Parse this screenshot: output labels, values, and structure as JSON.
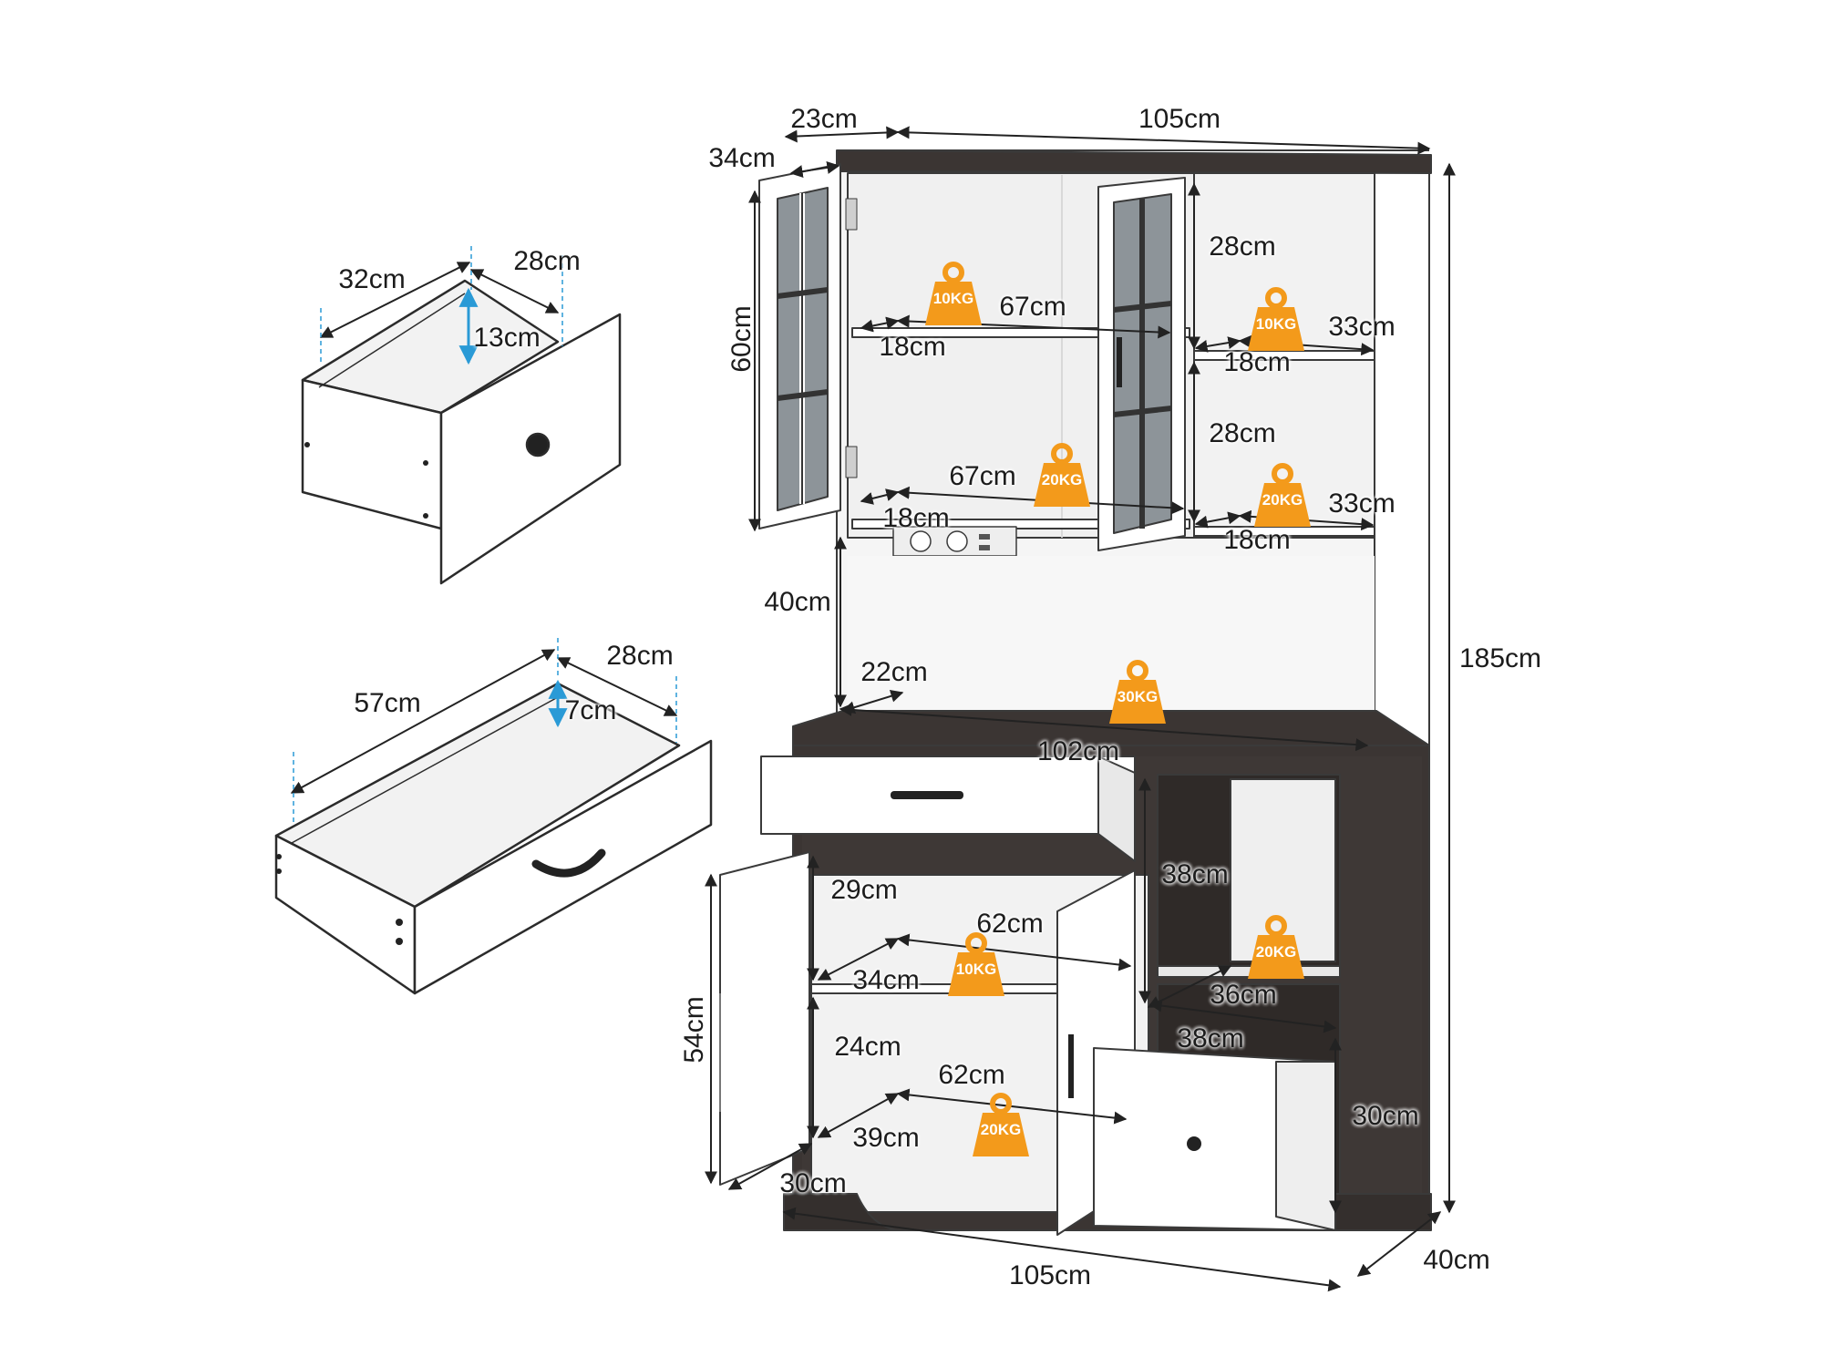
{
  "drawer_small": {
    "width": "32cm",
    "depth": "28cm",
    "height": "13cm"
  },
  "drawer_large": {
    "width": "57cm",
    "depth": "28cm",
    "height": "7cm"
  },
  "hutch": {
    "door_depth": "23cm",
    "top_width": "105cm",
    "top_depth": "34cm",
    "upper_height": "60cm",
    "left_shelf_top": {
      "width": "67cm",
      "depth": "18cm",
      "load": "10KG"
    },
    "left_shelf_bottom": {
      "width": "67cm",
      "depth": "18cm",
      "load": "20KG"
    },
    "right_cubby_top": {
      "height": "28cm",
      "width": "33cm",
      "depth": "18cm",
      "load": "10KG"
    },
    "right_cubby_bottom": {
      "height": "28cm",
      "width": "33cm",
      "depth": "18cm",
      "load": "20KG"
    },
    "open_height": "40cm",
    "open_depth": "22cm",
    "counter_width": "102cm",
    "counter_load": "30KG"
  },
  "base": {
    "height": "54cm",
    "upper_shelf": {
      "height": "29cm",
      "width": "62cm",
      "depth": "34cm",
      "load": "10KG"
    },
    "lower_shelf": {
      "height": "24cm",
      "width": "62cm",
      "depth": "39cm",
      "load": "20KG"
    },
    "door_depth": "30cm",
    "open_cubby": {
      "height": "38cm",
      "depth": "36cm",
      "width": "38cm",
      "load": "20KG"
    },
    "bin_drawer_height": "30cm",
    "width": "105cm",
    "depth": "40cm"
  },
  "overall_height": "185cm",
  "colors": {
    "dark_wood": "#3b3533",
    "white_panel": "#f7f7f7",
    "weight_badge": "#f39a1b",
    "measure_line": "#222222",
    "guide_blue": "#2a9ad6"
  }
}
